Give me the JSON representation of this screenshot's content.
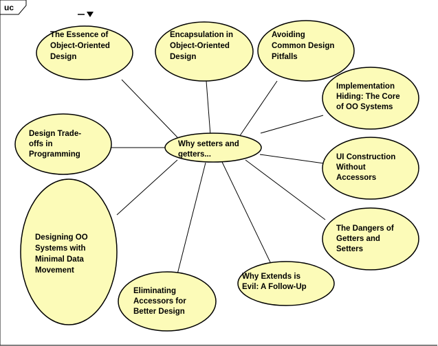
{
  "diagram": {
    "tab_label": "uc",
    "center": {
      "lines": [
        "Why setters and",
        "getters..."
      ]
    },
    "nodes": [
      {
        "id": "essence",
        "lines": [
          "The Essence of",
          "Object-Oriented",
          "Design"
        ]
      },
      {
        "id": "encapsulation",
        "lines": [
          "Encapsulation in",
          "Object-Oriented",
          "Design"
        ]
      },
      {
        "id": "pitfalls",
        "lines": [
          "Avoiding",
          "Common Design",
          "Pitfalls"
        ]
      },
      {
        "id": "hiding",
        "lines": [
          "Implementation",
          "Hiding: The Core",
          "of OO Systems"
        ]
      },
      {
        "id": "ui",
        "lines": [
          "UI Construction",
          "Without",
          "Accessors"
        ]
      },
      {
        "id": "dangers",
        "lines": [
          "The Dangers of",
          "Getters and",
          "Setters"
        ]
      },
      {
        "id": "extends",
        "lines": [
          "Why Extends is",
          "Evil: A Follow-Up"
        ]
      },
      {
        "id": "eliminating",
        "lines": [
          "Eliminating",
          "Accessors for",
          "Better Design"
        ]
      },
      {
        "id": "minimal",
        "lines": [
          "Designing OO",
          "Systems with",
          "Minimal Data",
          "Movement"
        ]
      },
      {
        "id": "tradeoffs",
        "lines": [
          "Design Trade-",
          "offs in",
          "Programming"
        ]
      }
    ]
  }
}
